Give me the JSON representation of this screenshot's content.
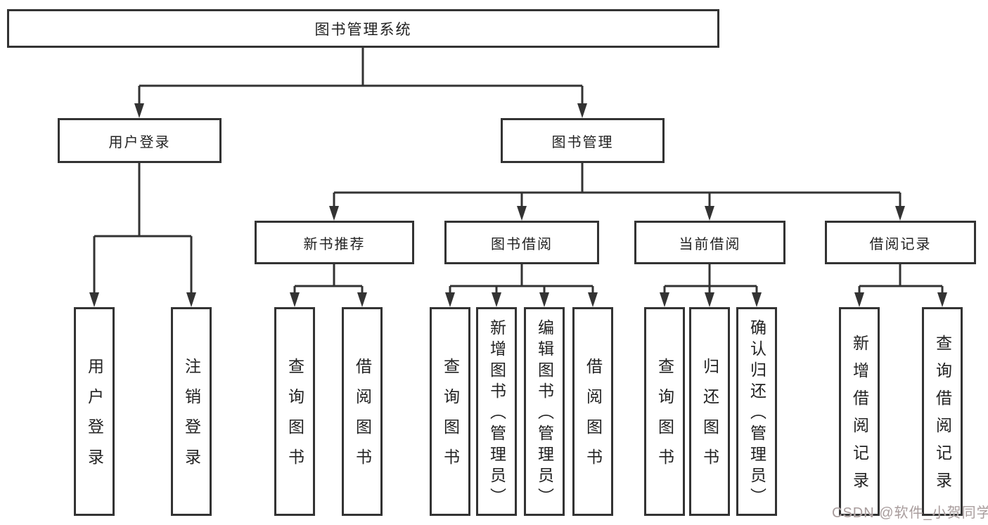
{
  "diagram": {
    "watermark": "CSDN @软件_小贺同学",
    "colors": {
      "line": "#333333",
      "box_border": "#333333",
      "text": "#222222",
      "background": "#ffffff",
      "watermark": "#a89c9c"
    }
  },
  "tree": {
    "label": "图书管理系统",
    "children": [
      {
        "label": "用户登录",
        "children": [
          {
            "label": "用户登录"
          },
          {
            "label": "注销登录"
          }
        ]
      },
      {
        "label": "图书管理",
        "children": [
          {
            "label": "新书推荐",
            "children": [
              {
                "label": "查询图书"
              },
              {
                "label": "借阅图书"
              }
            ]
          },
          {
            "label": "图书借阅",
            "children": [
              {
                "label": "查询图书"
              },
              {
                "label": "新增图书（管理员）"
              },
              {
                "label": "编辑图书（管理员）"
              },
              {
                "label": "借阅图书"
              }
            ]
          },
          {
            "label": "当前借阅",
            "children": [
              {
                "label": "查询图书"
              },
              {
                "label": "归还图书"
              },
              {
                "label": "确认归还（管理员）"
              }
            ]
          },
          {
            "label": "借阅记录",
            "children": [
              {
                "label": "新增借阅记录"
              },
              {
                "label": "查询借阅记录"
              }
            ]
          }
        ]
      }
    ]
  }
}
